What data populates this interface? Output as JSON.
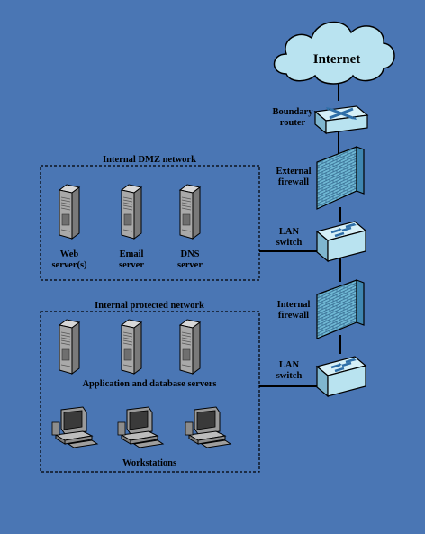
{
  "canvas": {
    "background": "#4a76b4"
  },
  "nodes": {
    "internet": {
      "label": "Internet",
      "icon": "cloud-icon"
    },
    "boundary_router": {
      "label_line1": "Boundary",
      "label_line2": "router",
      "icon": "router-icon"
    },
    "external_firewall": {
      "label_line1": "External",
      "label_line2": "firewall",
      "icon": "firewall-icon"
    },
    "dmz_switch": {
      "label_line1": "LAN",
      "label_line2": "switch",
      "icon": "switch-icon"
    },
    "internal_firewall": {
      "label_line1": "Internal",
      "label_line2": "firewall",
      "icon": "firewall-icon"
    },
    "protected_switch": {
      "label_line1": "LAN",
      "label_line2": "switch",
      "icon": "switch-icon"
    }
  },
  "dmz": {
    "title": "Internal DMZ network",
    "servers": [
      {
        "line1": "Web",
        "line2": "server(s)",
        "icon": "server-tower-icon"
      },
      {
        "line1": "Email",
        "line2": "server",
        "icon": "server-tower-icon"
      },
      {
        "line1": "DNS",
        "line2": "server",
        "icon": "server-tower-icon"
      }
    ]
  },
  "protected": {
    "title": "Internal protected network",
    "servers_label": "Application and database servers",
    "workstations_label": "Workstations",
    "server_icon": "server-tower-icon",
    "workstation_icon": "workstation-icon"
  },
  "colors": {
    "cloud": "#b9e3f0",
    "device": "#b9e3f0",
    "firewall": "#6fb8d4",
    "server": "#a9a9a9",
    "line": "#000000"
  }
}
